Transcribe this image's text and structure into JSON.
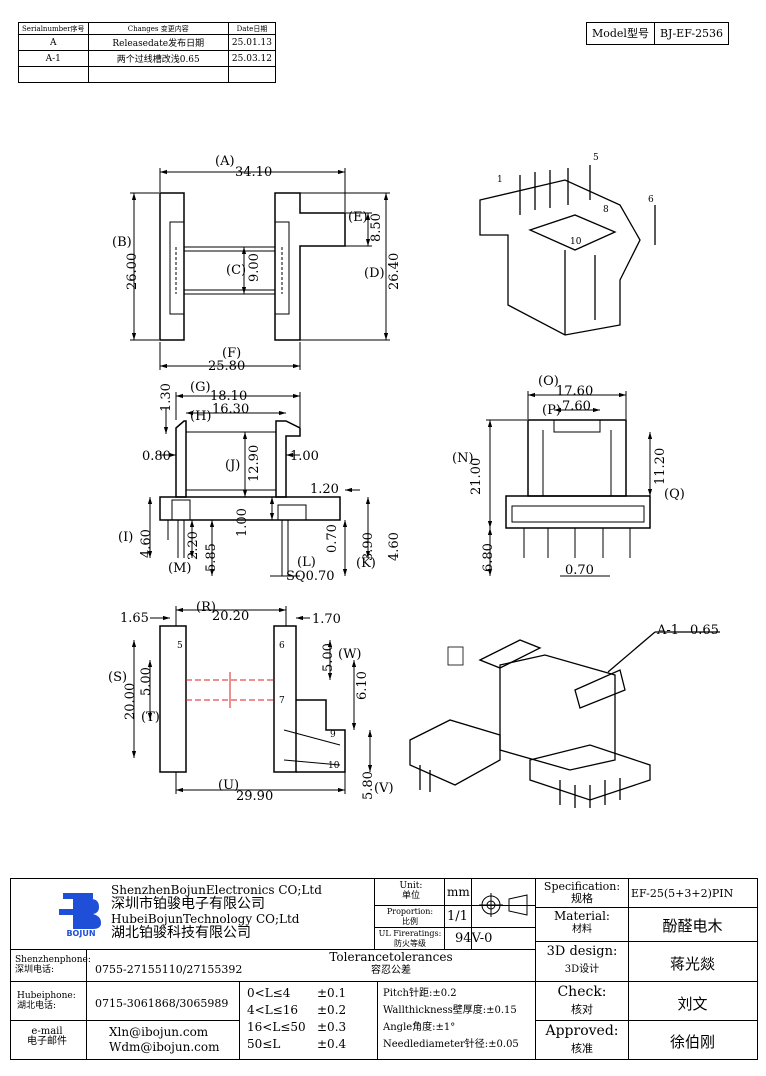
{
  "revision": {
    "headers": [
      "Serialnumber序号",
      "Changes 变更内容",
      "Date日期"
    ],
    "rows": [
      {
        "serial": "A",
        "change": "Releasedate发布日期",
        "date": "25.01.13"
      },
      {
        "serial": "A-1",
        "change": "两个过线槽改浅0.65",
        "date": "25.03.12"
      },
      {
        "serial": "",
        "change": "",
        "date": ""
      }
    ]
  },
  "model": {
    "label": "Model型号",
    "value": "BJ-EF-2536"
  },
  "dims": {
    "A": "(A)",
    "A_val": "34.10",
    "B": "(B)",
    "B_val": "26.00",
    "C": "(C)",
    "C_val": "9.00",
    "D": "(D)",
    "D_val": "26.40",
    "E": "(E)",
    "E_val": "8.50",
    "F": "(F)",
    "F_val": "25.80",
    "G": "(G)",
    "G_val": "18.10",
    "H": "(H)",
    "H_val": "16.30",
    "d130": "1.30",
    "d080": "0.80",
    "J": "(J)",
    "J_val": "12.90",
    "d100": "1.00",
    "d120": "1.20",
    "d100b": "1.00",
    "I": "(I)",
    "I_val": "4.60",
    "M": "(M)",
    "M_val": "2.20",
    "d585": "5.85",
    "L": "(L)",
    "L_val": "SQ0.70",
    "d070": "0.70",
    "K": "(K)",
    "K_val": "3.90",
    "d460b": "4.60",
    "O": "(O)",
    "O_val": "17.60",
    "P": "(P)",
    "P_val": "7.60",
    "N": "(N)",
    "N_val": "21.00",
    "d1120": "11.20",
    "Q": "(Q)",
    "d680": "6.80",
    "d070b": "0.70",
    "R": "(R)",
    "R_val": "20.20",
    "d165": "1.65",
    "d170": "1.70",
    "W": "(W)",
    "W_val": "5.00",
    "S": "(S)",
    "S_val": "20.00",
    "T": "(T)",
    "T_val": "5.00",
    "d610": "6.10",
    "U": "(U)",
    "U_val": "29.90",
    "V": "(V)",
    "V_val": "5.80",
    "pins": [
      "1",
      "5",
      "6",
      "8",
      "10"
    ],
    "pins_bottom": [
      "5",
      "6",
      "7",
      "9",
      "10"
    ],
    "callout": "A-1",
    "callout_val": "0.65"
  },
  "title_block": {
    "company_en1": "ShenzhenBojunElectronics CO;Ltd",
    "company_cn1": "深圳市铂骏电子有限公司",
    "company_en2": "HubeiBojunTechnology CO;Ltd",
    "company_cn2": "湖北铂骏科技有限公司",
    "logo_text": "BOJUN",
    "unit_label_en": "Unit:",
    "unit_label_cn": "单位",
    "unit_value": "mm",
    "proportion_en": "Proportion:",
    "proportion_cn": "比例",
    "proportion_value": "1/1",
    "ul_en": "UL Fireratings:",
    "ul_cn": "防火等级",
    "ul_value": "94V-0",
    "spec_en": "Specification:",
    "spec_cn": "规格",
    "spec_value": "EF-25(5+3+2)PIN",
    "material_en": "Material:",
    "material_cn": "材料",
    "material_value": "酚醛电木",
    "design_en": "3D design:",
    "design_cn": "3D设计",
    "design_value": "蒋光燚",
    "check_en": "Check:",
    "check_cn": "核对",
    "check_value": "刘文",
    "approved_en": "Approved:",
    "approved_cn": "核准",
    "approved_value": "徐伯刚",
    "sz_phone_en": "Shenzhenphone:",
    "sz_phone_cn": "深圳电话:",
    "sz_phone_value": "0755-27155110/27155392",
    "hb_phone_en": "Hubeiphone:",
    "hb_phone_cn": "湖北电话:",
    "hb_phone_value": "0715-3061868/3065989",
    "email_en": "e-mail",
    "email_cn": "电子邮件",
    "email1": "Xln@ibojun.com",
    "email2": "Wdm@ibojun.com",
    "tol_en": "Tolerancetolerances",
    "tol_cn": "容忍公差",
    "tol_rows": [
      {
        "range": "0<L≤4",
        "tol": "±0.1"
      },
      {
        "range": "4<L≤16",
        "tol": "±0.2"
      },
      {
        "range": "16<L≤50",
        "tol": "±0.3"
      },
      {
        "range": "50≤L",
        "tol": "±0.4"
      }
    ],
    "pitch": "Pitch针距:±0.2",
    "wall": "Wallthickness壁厚度:±0.15",
    "angle": "Angle角度:±1°",
    "needle": "Needlediameter针径:±0.05"
  }
}
